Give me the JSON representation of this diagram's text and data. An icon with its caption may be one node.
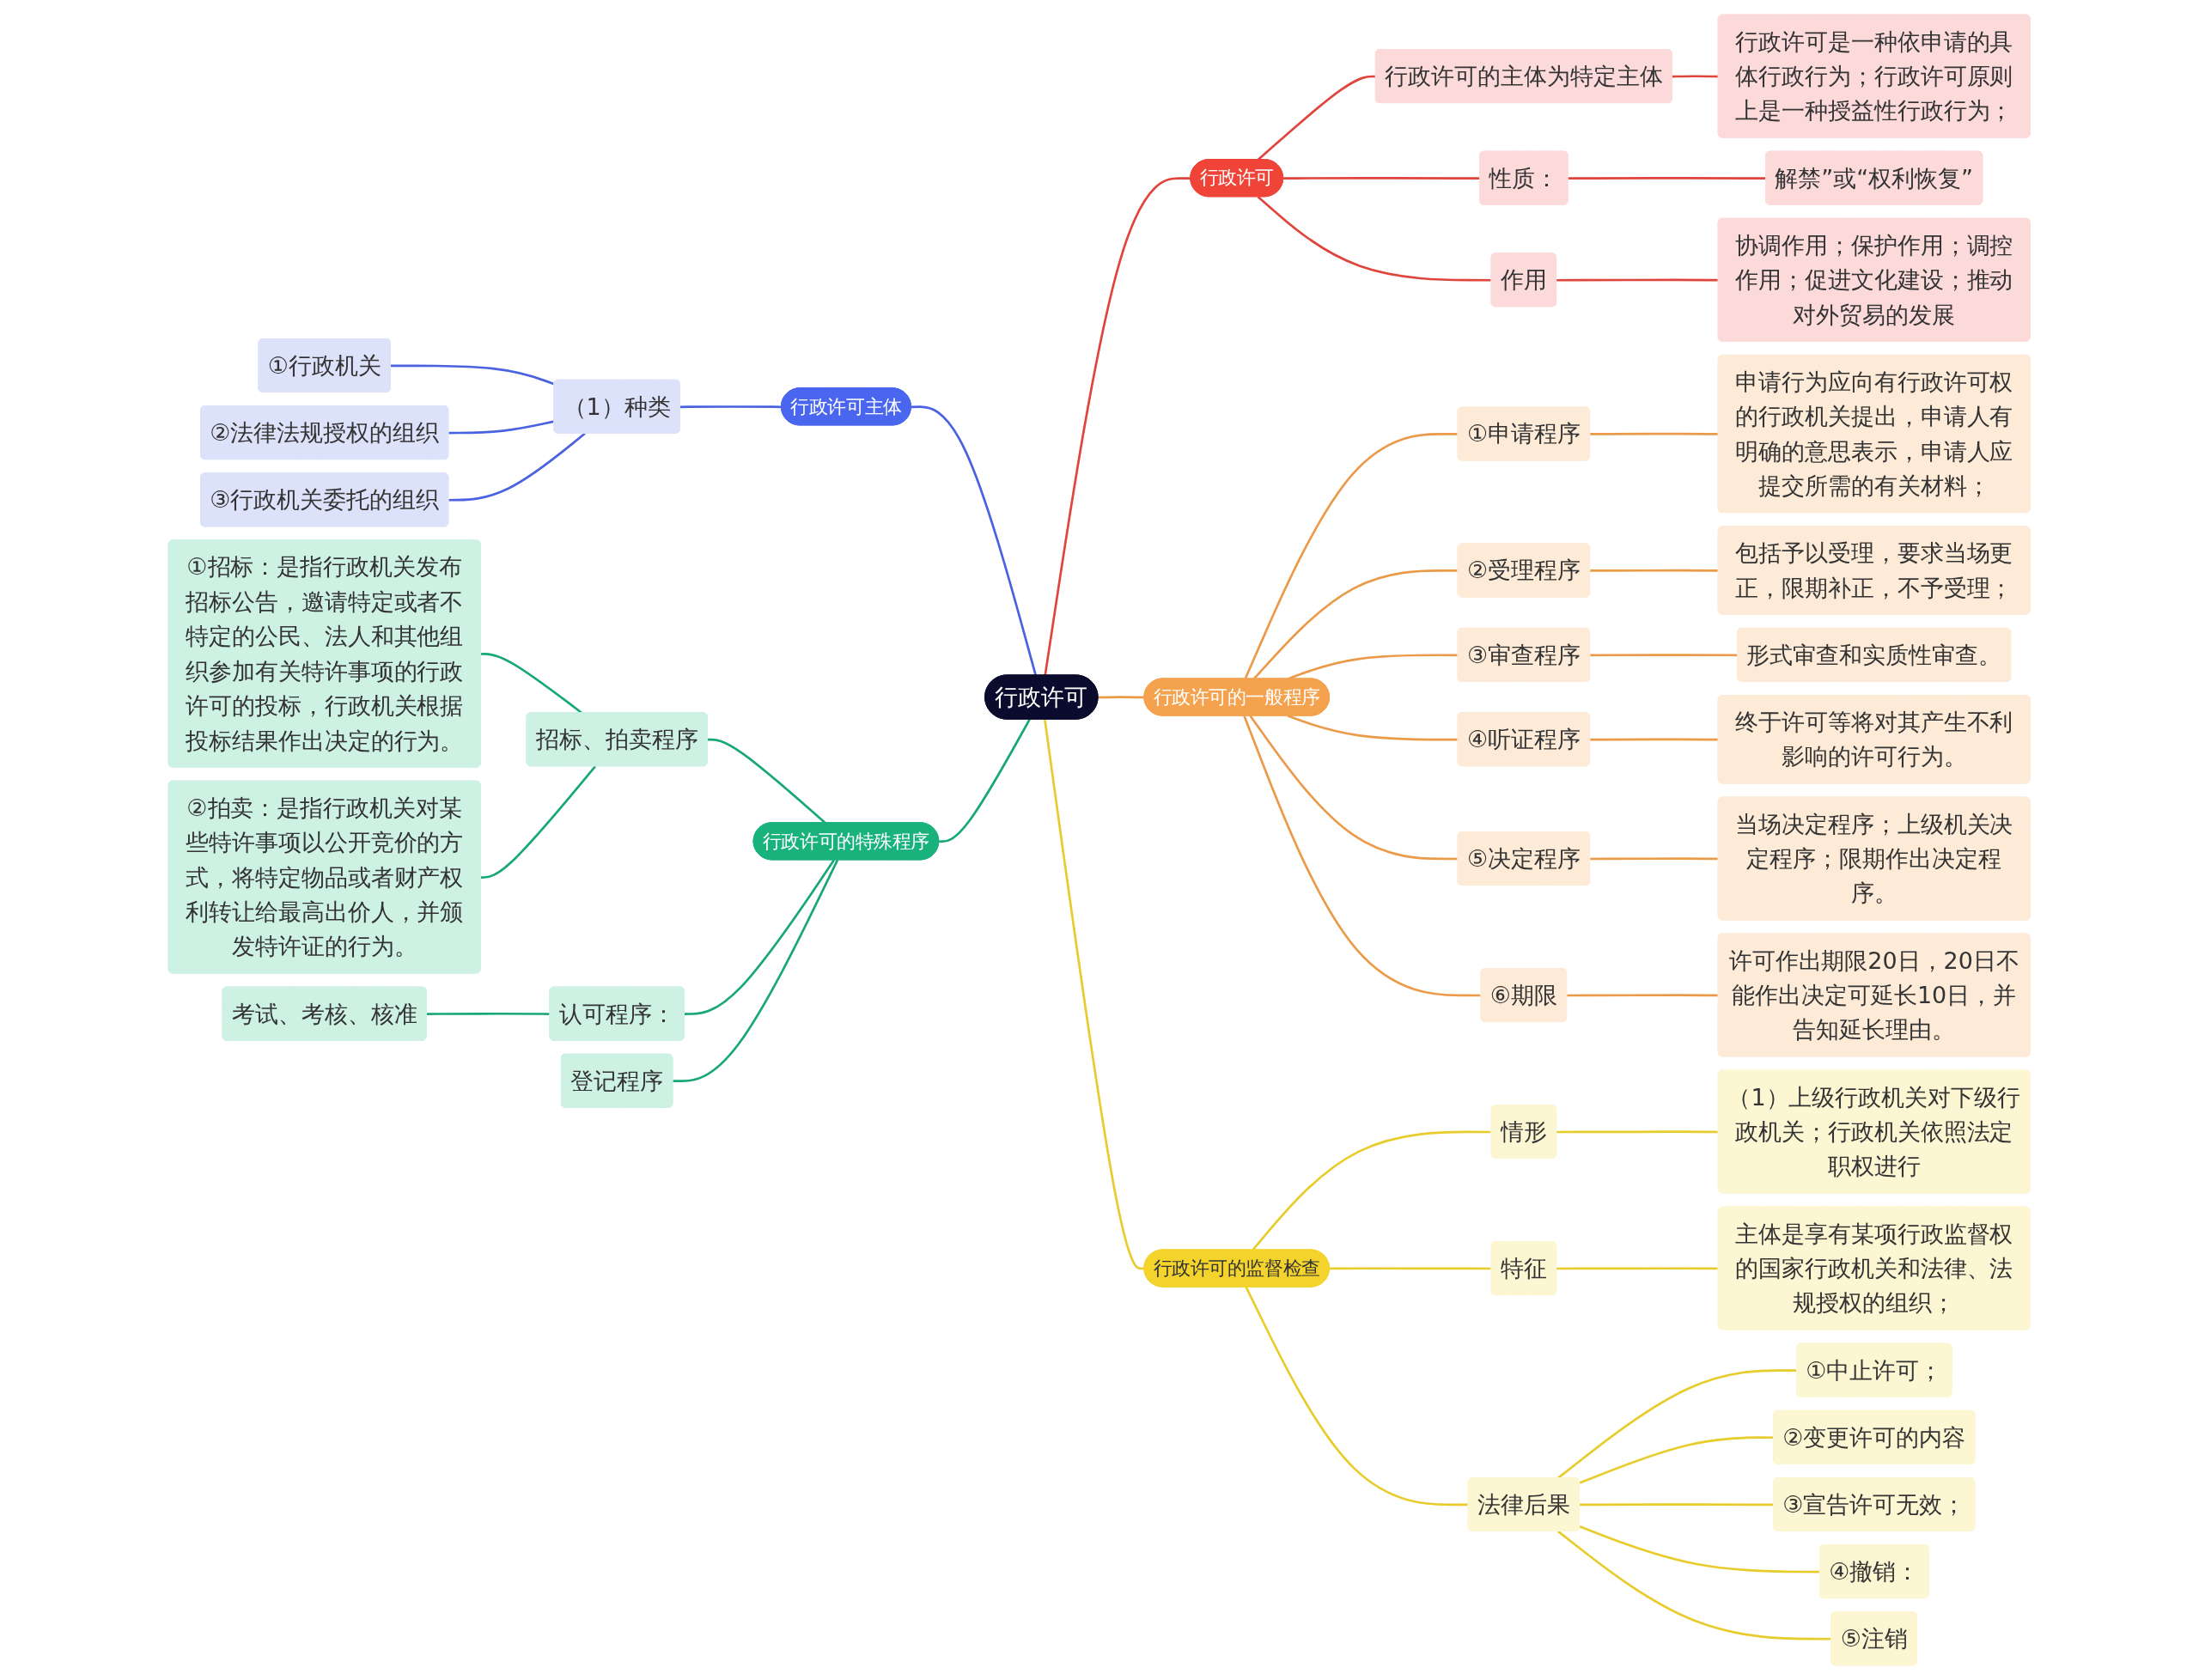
{
  "diagram": {
    "nodes": [
      {
        "text": [
          "行政许可"
        ]
      },
      {
        "text": [
          "行政许可"
        ]
      },
      {
        "text": [
          "行政许可的主体为特定主体"
        ]
      },
      {
        "text": [
          "行政许可是一种依申请的具体行政行为；行政许可原则上是一种授益性行政行为；"
        ]
      },
      {
        "text": [
          "性质："
        ]
      },
      {
        "text": [
          "解禁”或“权利恢复”"
        ]
      },
      {
        "text": [
          "作用"
        ]
      },
      {
        "text": [
          "协调作用；保护作用；调控作用；促进文化建设；推动对外贸易的发展"
        ]
      },
      {
        "text": [
          "行政许可的一般程序"
        ]
      },
      {
        "text": [
          "①申请程序"
        ]
      },
      {
        "text": [
          "申请行为应向有行政许可权的行政机关提出，申请人有明确的意思表示，申请人应提交所需的有关材料；"
        ]
      },
      {
        "text": [
          "②受理程序"
        ]
      },
      {
        "text": [
          "包括予以受理，要求当场更正，限期补正，不予受理；"
        ]
      },
      {
        "text": [
          "③审查程序"
        ]
      },
      {
        "text": [
          "形式审查和实质性审查。"
        ]
      },
      {
        "text": [
          "④听证程序"
        ]
      },
      {
        "text": [
          "终于许可等将对其产生不利影响的许可行为。"
        ]
      },
      {
        "text": [
          "⑤决定程序"
        ]
      },
      {
        "text": [
          "当场决定程序；上级机关决定程序；限期作出决定程序。"
        ]
      },
      {
        "text": [
          "⑥期限"
        ]
      },
      {
        "text": [
          "许可作出期限20日，20日不能作出决定可延长10日，并告知延长理由。"
        ]
      },
      {
        "text": [
          "行政许可的监督检查"
        ]
      },
      {
        "text": [
          "情形"
        ]
      },
      {
        "text": [
          "（1）上级行政机关对下级行政机关；行政机关依照法定职权进行"
        ]
      },
      {
        "text": [
          "特征"
        ]
      },
      {
        "text": [
          "主体是享有某项行政监督权的国家行政机关和法律、法规授权的组织；"
        ]
      },
      {
        "text": [
          "法律后果"
        ]
      },
      {
        "text": [
          "①中止许可；"
        ]
      },
      {
        "text": [
          "②变更许可的内容"
        ]
      },
      {
        "text": [
          "③宣告许可无效；"
        ]
      },
      {
        "text": [
          "④撤销："
        ]
      },
      {
        "text": [
          "⑤注销"
        ]
      },
      {
        "text": [
          "行政许可主体"
        ]
      },
      {
        "text": [
          "（1）种类"
        ]
      },
      {
        "text": [
          "①行政机关"
        ]
      },
      {
        "text": [
          "②法律法规授权的组织"
        ]
      },
      {
        "text": [
          "③行政机关委托的组织"
        ]
      },
      {
        "text": [
          "行政许可的特殊程序"
        ]
      },
      {
        "text": [
          "招标、拍卖程序"
        ]
      },
      {
        "text": [
          "①招标：是指行政机关发布招标公告，邀请特定或者不特定的公民、法人和其他组织参加有关特许事项的行政许可的投标，行政机关根据投标结果作出决定的行为。"
        ]
      },
      {
        "text": [
          "②拍卖：是指行政机关对某些特许事项以公开竞价的方式，将特定物品或者财产权利转让给最高出价人，并颁发特许证的行为。"
        ]
      },
      {
        "text": [
          "认可程序："
        ]
      },
      {
        "text": [
          "考试、考核、核准"
        ]
      },
      {
        "text": [
          "登记程序"
        ]
      }
    ],
    "edges": [
      {
        "from": 0,
        "to": 1,
        "arrow": "none",
        "color": "#e0453d"
      },
      {
        "from": 1,
        "to": 2,
        "arrow": "none",
        "color": "#e0453d"
      },
      {
        "from": 2,
        "to": 3,
        "arrow": "none",
        "color": "#e0453d"
      },
      {
        "from": 1,
        "to": 4,
        "arrow": "none",
        "color": "#e0453d"
      },
      {
        "from": 4,
        "to": 5,
        "arrow": "none",
        "color": "#e0453d"
      },
      {
        "from": 1,
        "to": 6,
        "arrow": "none",
        "color": "#e0453d"
      },
      {
        "from": 6,
        "to": 7,
        "arrow": "none",
        "color": "#e0453d"
      },
      {
        "from": 0,
        "to": 8,
        "arrow": "none",
        "color": "#eb9a4a"
      },
      {
        "from": 8,
        "to": 9,
        "arrow": "none",
        "color": "#eb9a4a"
      },
      {
        "from": 9,
        "to": 10,
        "arrow": "none",
        "color": "#eb9a4a"
      },
      {
        "from": 8,
        "to": 11,
        "arrow": "none",
        "color": "#eb9a4a"
      },
      {
        "from": 11,
        "to": 12,
        "arrow": "none",
        "color": "#eb9a4a"
      },
      {
        "from": 8,
        "to": 13,
        "arrow": "none",
        "color": "#eb9a4a"
      },
      {
        "from": 13,
        "to": 14,
        "arrow": "none",
        "color": "#eb9a4a"
      },
      {
        "from": 8,
        "to": 15,
        "arrow": "none",
        "color": "#eb9a4a"
      },
      {
        "from": 15,
        "to": 16,
        "arrow": "none",
        "color": "#eb9a4a"
      },
      {
        "from": 8,
        "to": 17,
        "arrow": "none",
        "color": "#eb9a4a"
      },
      {
        "from": 17,
        "to": 18,
        "arrow": "none",
        "color": "#eb9a4a"
      },
      {
        "from": 8,
        "to": 19,
        "arrow": "none",
        "color": "#eb9a4a"
      },
      {
        "from": 19,
        "to": 20,
        "arrow": "none",
        "color": "#eb9a4a"
      },
      {
        "from": 0,
        "to": 21,
        "arrow": "none",
        "color": "#e8cc2c"
      },
      {
        "from": 21,
        "to": 22,
        "arrow": "none",
        "color": "#e8cc2c"
      },
      {
        "from": 22,
        "to": 23,
        "arrow": "none",
        "color": "#e8cc2c"
      },
      {
        "from": 21,
        "to": 24,
        "arrow": "none",
        "color": "#e8cc2c"
      },
      {
        "from": 24,
        "to": 25,
        "arrow": "none",
        "color": "#e8cc2c"
      },
      {
        "from": 21,
        "to": 26,
        "arrow": "none",
        "color": "#e8cc2c"
      },
      {
        "from": 26,
        "to": 27,
        "arrow": "none",
        "color": "#e8cc2c"
      },
      {
        "from": 26,
        "to": 28,
        "arrow": "none",
        "color": "#e8cc2c"
      },
      {
        "from": 26,
        "to": 29,
        "arrow": "none",
        "color": "#e8cc2c"
      },
      {
        "from": 26,
        "to": 30,
        "arrow": "none",
        "color": "#e8cc2c"
      },
      {
        "from": 26,
        "to": 31,
        "arrow": "none",
        "color": "#e8cc2c"
      },
      {
        "from": 0,
        "to": 32,
        "arrow": "none",
        "color": "#4a62e0"
      },
      {
        "from": 32,
        "to": 33,
        "arrow": "none",
        "color": "#4a62e0"
      },
      {
        "from": 33,
        "to": 34,
        "arrow": "none",
        "color": "#4a62e0"
      },
      {
        "from": 33,
        "to": 35,
        "arrow": "none",
        "color": "#4a62e0"
      },
      {
        "from": 33,
        "to": 36,
        "arrow": "none",
        "color": "#4a62e0"
      },
      {
        "from": 0,
        "to": 37,
        "arrow": "none",
        "color": "#18a875"
      },
      {
        "from": 37,
        "to": 38,
        "arrow": "none",
        "color": "#18a875"
      },
      {
        "from": 38,
        "to": 39,
        "arrow": "none",
        "color": "#18a875"
      },
      {
        "from": 38,
        "to": 40,
        "arrow": "none",
        "color": "#18a875"
      },
      {
        "from": 37,
        "to": 41,
        "arrow": "none",
        "color": "#18a875"
      },
      {
        "from": 41,
        "to": 42,
        "arrow": "none",
        "color": "#18a875"
      },
      {
        "from": 37,
        "to": 43,
        "arrow": "none",
        "color": "#18a875"
      }
    ]
  }
}
